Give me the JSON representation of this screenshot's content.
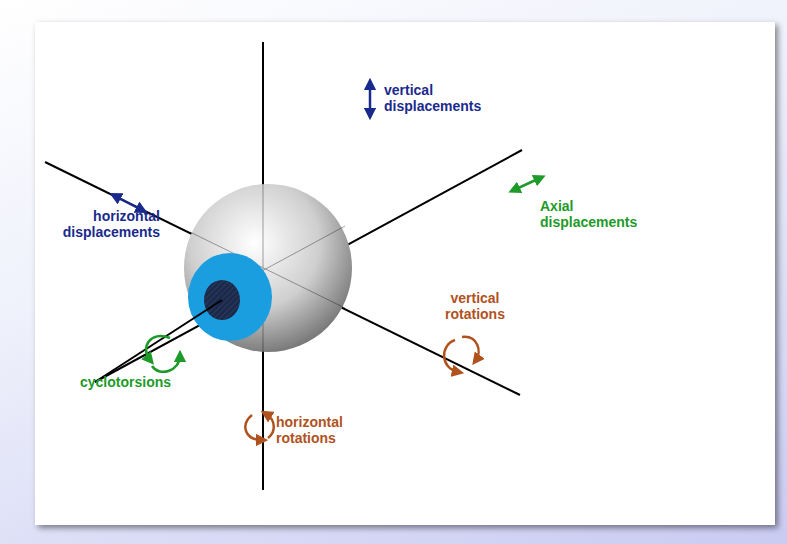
{
  "diagram": {
    "labels": [
      "vertical displacements",
      "horizontal displacements",
      "Axial displacements",
      "vertical rotations",
      "cyclotorsions",
      "horizontal rotations"
    ]
  }
}
